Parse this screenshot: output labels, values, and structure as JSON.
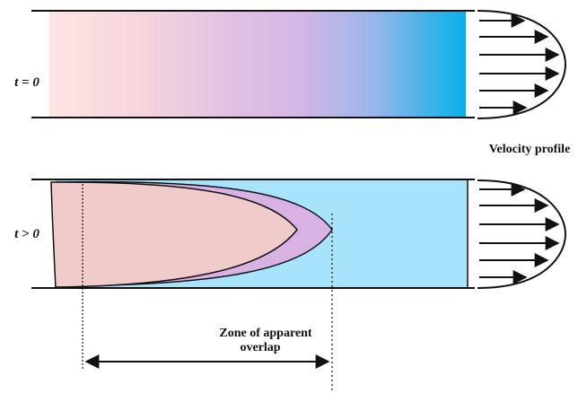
{
  "panels": {
    "top": {
      "time_label": "t = 0"
    },
    "bottom": {
      "time_label": "t > 0"
    }
  },
  "velocity_profile_label": "Velocity profile",
  "zone_label_line1": "Zone of apparent",
  "zone_label_line2": "overlap",
  "colors": {
    "pink_fluid": "#f0cbc9",
    "purple_mix": "#d9b2e4",
    "cyan_fluid": "#a7e4fb",
    "gradient_start": "#fde2e2",
    "gradient_mid": "#d9bce6",
    "gradient_end": "#08b0ea",
    "stroke": "#111111"
  }
}
